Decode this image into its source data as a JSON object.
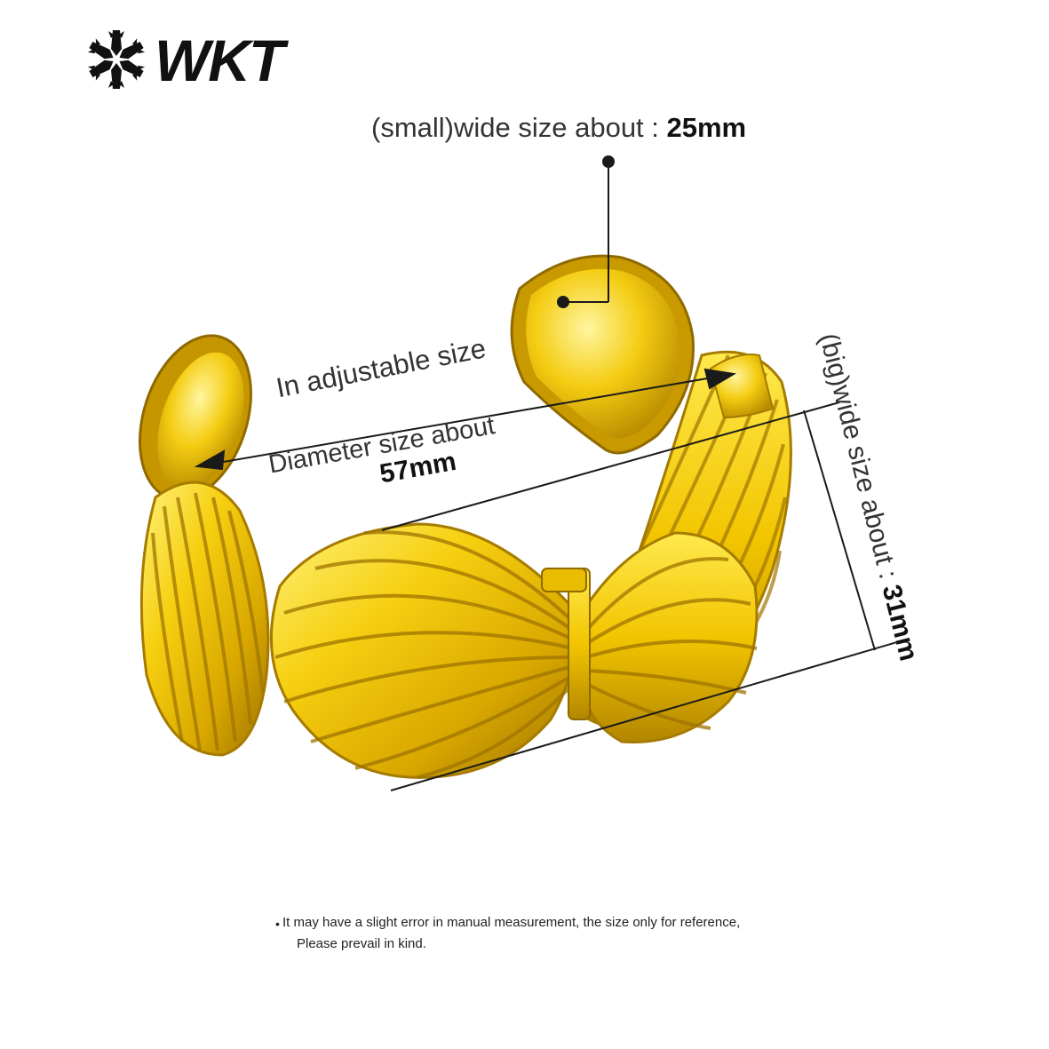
{
  "brand": {
    "name": "WKT",
    "mark_icon": "snowflake-logo-icon"
  },
  "annotations": {
    "small_width_label": "(small)wide size about : ",
    "small_width_value": "25mm",
    "adjustable_label": "In adjustable size",
    "diameter_label": "Diameter size about",
    "diameter_value": "57mm",
    "big_width_label": "(big)wide size about : ",
    "big_width_value": "31mm"
  },
  "note": {
    "bullet": "•",
    "line1": "It may have a slight error in manual measurement, the size only for reference,",
    "line2": "Please prevail in kind."
  },
  "colors": {
    "gold_light": "#ffe84a",
    "gold_mid": "#f0c400",
    "gold_dark": "#b98a00",
    "ink": "#1a1a1a"
  }
}
